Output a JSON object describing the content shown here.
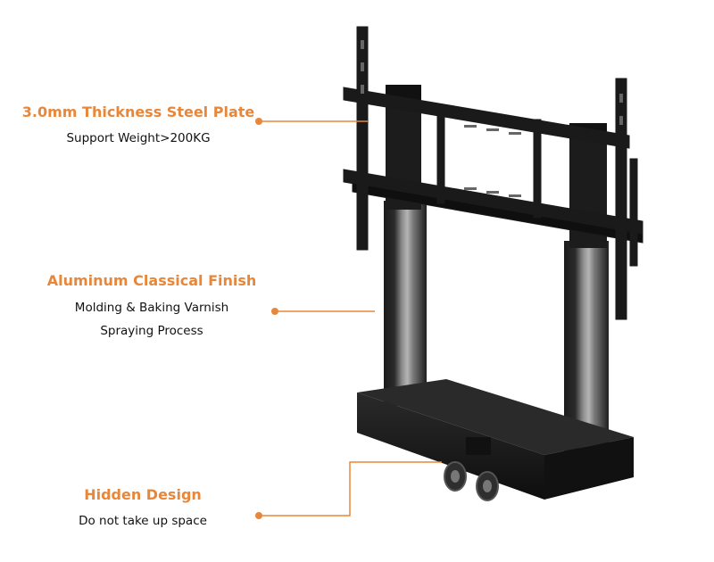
{
  "features": [
    {
      "title": "3.0mm Thickness Steel Plate",
      "lines": [
        "Support Weight>200KG"
      ]
    },
    {
      "title": "Aluminum Classical Finish",
      "lines": [
        "Molding & Baking Varnish",
        "Spraying Process"
      ]
    },
    {
      "title": "Hidden Design",
      "lines": [
        "Do not take up space"
      ]
    }
  ],
  "colors": {
    "accent": "#e8873a",
    "text": "#111111",
    "stand": "#1a1a1a",
    "column_face": "#6f6f6f"
  },
  "icons": [
    "callout-dot",
    "callout-leader-line",
    "tv-stand-product-image"
  ]
}
